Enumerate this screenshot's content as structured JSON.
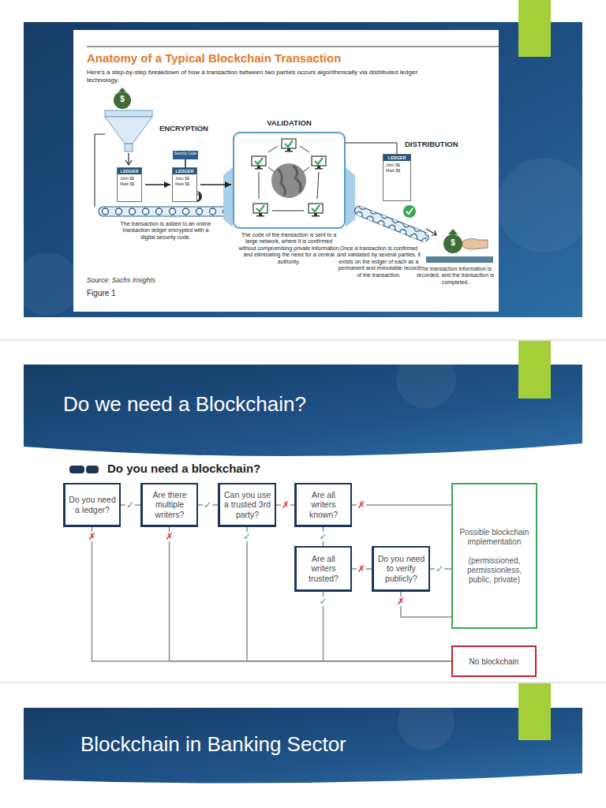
{
  "diagram": {
    "nodes": [
      {
        "text": [
          "Anatomy of a Typical Blockchain Transaction",
          "Here's a step-by-step breakdown of how a transaction between two parties occurs algorithmically via distributed ledger technology."
        ]
      },
      {
        "text": [
          "LEDGER",
          "John $$ Mark $$"
        ],
        "in": 0
      },
      {
        "text": [
          "LEDGER",
          "John $$ Mark $$"
        ],
        "in": 0
      },
      {
        "text": [
          "VALIDATION"
        ],
        "in": 0
      },
      {
        "text": [
          "LEDGER",
          "John $$ Mark $$"
        ],
        "in": 0
      },
      {
        "text": [
          "Do we need a Blockchain?"
        ]
      },
      {
        "text": [
          "Do you need a ledger?"
        ]
      },
      {
        "text": [
          "Are there multiple writers?"
        ]
      },
      {
        "text": [
          "Can you use a trusted 3rd party?"
        ]
      },
      {
        "text": [
          "Are all writers known?"
        ]
      },
      {
        "text": [
          "Possible blockchain implementation",
          "(permissioned, permissionless, public, private)"
        ]
      },
      {
        "text": [
          "Are all writers trusted?"
        ]
      },
      {
        "text": [
          "Do you need to verify publicly?"
        ]
      },
      {
        "text": [
          "No blockchain"
        ]
      },
      {
        "text": [
          "Blockchain in Banking Sector"
        ]
      }
    ],
    "edges": [
      {
        "from": 1,
        "to": 2,
        "arrow": "to"
      },
      {
        "from": 2,
        "to": 3,
        "arrow": "to"
      },
      {
        "from": 3,
        "to": 4,
        "arrow": "none"
      },
      {
        "from": 6,
        "to": 7,
        "label": "✓",
        "arrow": "none"
      },
      {
        "from": 7,
        "to": 8,
        "label": "✓",
        "arrow": "none"
      },
      {
        "from": 8,
        "to": 9,
        "label": "✗",
        "arrow": "none"
      },
      {
        "from": 9,
        "to": 10,
        "label": "✗",
        "arrow": "none"
      },
      {
        "from": 9,
        "to": 11,
        "label": "✓",
        "arrow": "none"
      },
      {
        "from": 11,
        "to": 12,
        "label": "✗",
        "arrow": "none"
      },
      {
        "from": 12,
        "to": 10,
        "label": "✓",
        "arrow": "none"
      },
      {
        "from": 12,
        "to": 10,
        "label": "✗",
        "arrow": "none"
      },
      {
        "from": 6,
        "to": 13,
        "label": "✗",
        "arrow": "none"
      },
      {
        "from": 7,
        "to": 13,
        "label": "✗",
        "arrow": "none"
      },
      {
        "from": 8,
        "to": 13,
        "label": "✓",
        "arrow": "none"
      },
      {
        "from": 11,
        "to": 13,
        "label": "✓",
        "arrow": "none"
      }
    ],
    "labels": [
      "ENCRYPTION",
      "Security Code",
      "$",
      "The transaction is added to an online transaction ledger encrypted with a digital security code.",
      "The code of the transaction is sent to a large network, where it is confirmed without compromising private information and eliminating the need for a central authority.",
      "DISTRIBUTION",
      "Once a transaction is confirmed and validated by several parties, it exists on the ledger of each as a permanent and immutable record of the transaction.",
      "$",
      "The transaction information is recorded, and the transaction is completed.",
      "Source: Sachs Insights",
      "Figure 1",
      "Do you need a blockchain?"
    ]
  }
}
